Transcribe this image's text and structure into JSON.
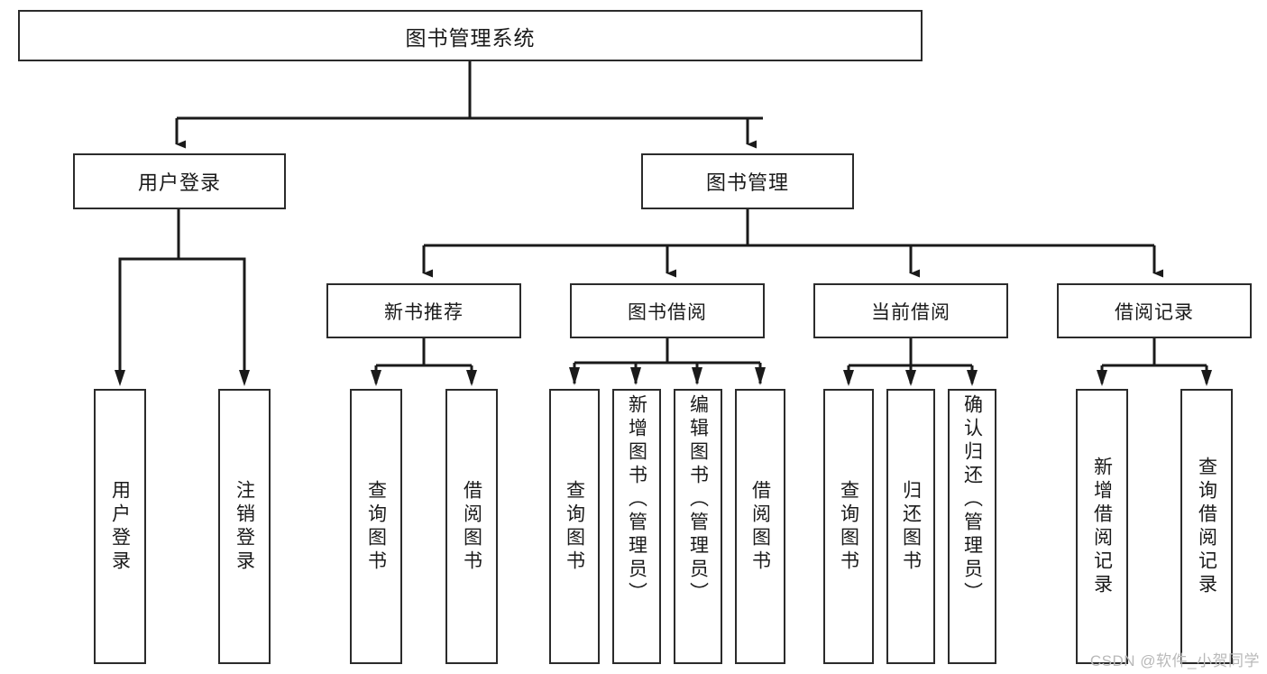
{
  "diagram": {
    "title": "图书管理系统",
    "type": "tree-hierarchy",
    "watermark": "CSDN @软件_小贺同学",
    "colors": {
      "border": "#2b2b2b",
      "background": "#ffffff",
      "text": "#1a1a1a",
      "connector": "#1a1a1a",
      "watermark": "#b9b9b9"
    }
  },
  "nodes": {
    "root": {
      "label": "图书管理系统"
    },
    "level1": [
      {
        "id": "user-login",
        "label": "用户登录"
      },
      {
        "id": "book-management",
        "label": "图书管理"
      }
    ],
    "level2": [
      {
        "id": "new-book-recommend",
        "label": "新书推荐"
      },
      {
        "id": "book-borrow",
        "label": "图书借阅"
      },
      {
        "id": "current-borrow",
        "label": "当前借阅"
      },
      {
        "id": "borrow-record",
        "label": "借阅记录"
      }
    ],
    "leaves": {
      "user-login": [
        {
          "id": "leaf-user-login",
          "label": "用户登录"
        },
        {
          "id": "leaf-logout-login",
          "label": "注销登录"
        }
      ],
      "new-book-recommend": [
        {
          "id": "leaf-query-book-1",
          "label": "查询图书"
        },
        {
          "id": "leaf-borrow-book-1",
          "label": "借阅图书"
        }
      ],
      "book-borrow": [
        {
          "id": "leaf-query-book-2",
          "label": "查询图书"
        },
        {
          "id": "leaf-add-book-admin",
          "label": "新增图书（管理员）"
        },
        {
          "id": "leaf-edit-book-admin",
          "label": "编辑图书（管理员）"
        },
        {
          "id": "leaf-borrow-book-2",
          "label": "借阅图书"
        }
      ],
      "current-borrow": [
        {
          "id": "leaf-query-book-3",
          "label": "查询图书"
        },
        {
          "id": "leaf-return-book",
          "label": "归还图书"
        },
        {
          "id": "leaf-confirm-return-admin",
          "label": "确认归还（管理员）"
        }
      ],
      "borrow-record": [
        {
          "id": "leaf-add-borrow-record",
          "label": "新增借阅记录"
        },
        {
          "id": "leaf-query-borrow-record",
          "label": "查询借阅记录"
        }
      ]
    }
  }
}
